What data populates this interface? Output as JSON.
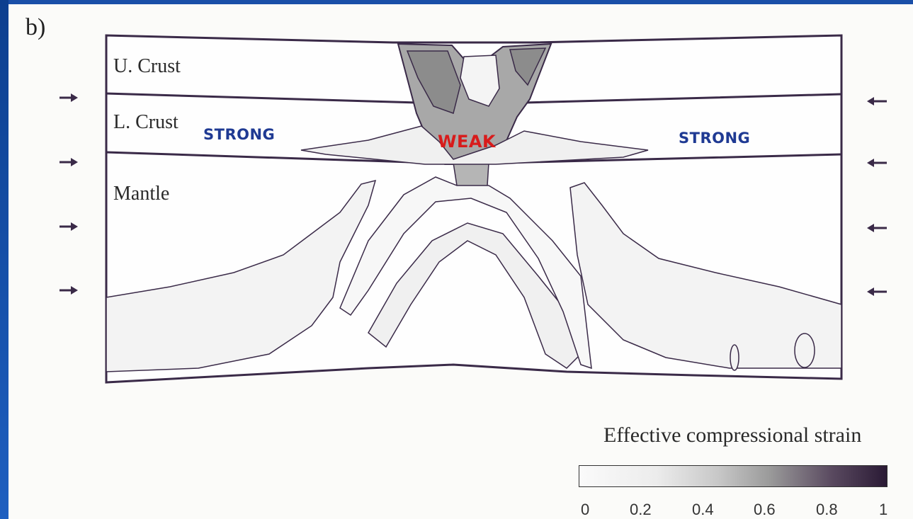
{
  "panel_label": "b)",
  "layers": {
    "upper_crust": "U. Crust",
    "lower_crust": "L. Crust",
    "mantle": "Mantle"
  },
  "callouts": {
    "strong_left": "STRONG",
    "weak": "WEAK",
    "strong_right": "STRONG"
  },
  "colors": {
    "strong": "#1f3a93",
    "weak": "#d81b1b",
    "outline": "#3a2a48"
  },
  "legend": {
    "title": "Effective compressional strain",
    "ticks": [
      "0",
      "0.2",
      "0.4",
      "0.6",
      "0.8",
      "1"
    ]
  },
  "arrows": {
    "left_icon": "arrow-right-icon",
    "right_icon": "arrow-left-icon"
  }
}
